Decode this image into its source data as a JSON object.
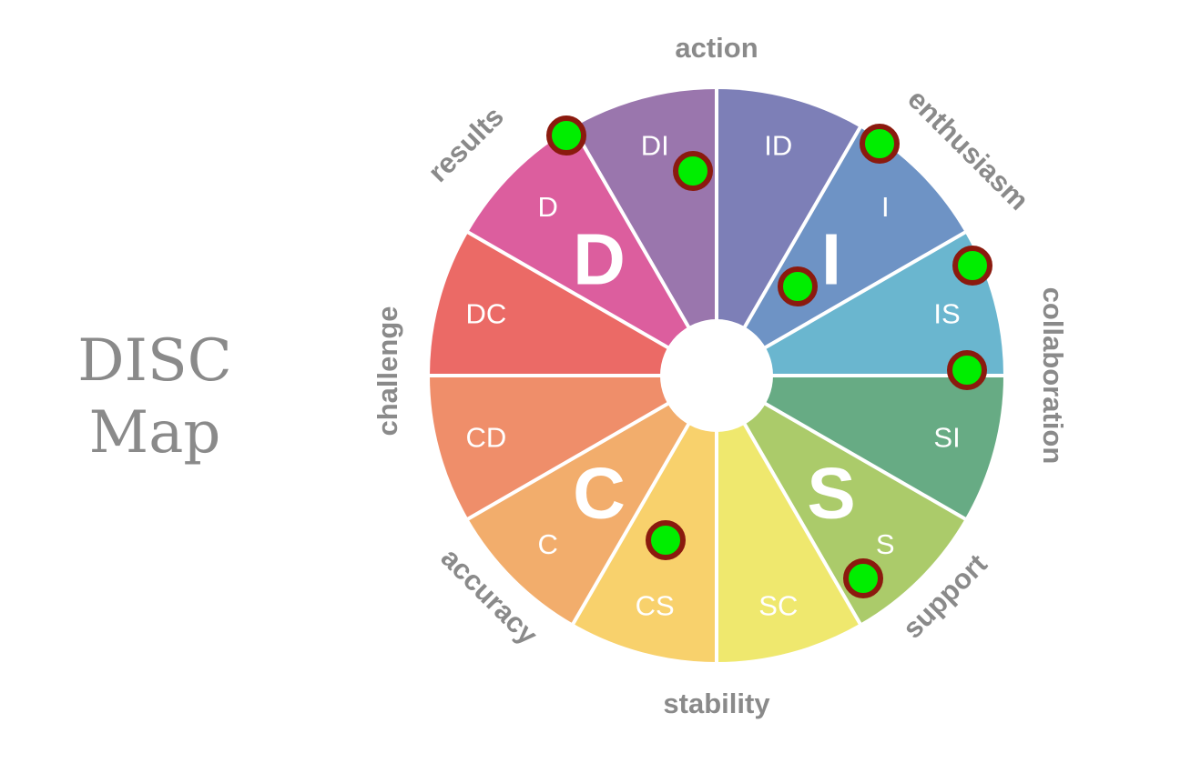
{
  "title": {
    "line1": "DISC",
    "line2": "Map"
  },
  "around_labels": [
    "action",
    "enthusiasm",
    "collaboration",
    "support",
    "stability",
    "accuracy",
    "challenge",
    "results"
  ],
  "segments": [
    {
      "label": "ID",
      "color": "#7d7fb7"
    },
    {
      "label": "I",
      "color": "#6e93c5"
    },
    {
      "label": "IS",
      "color": "#6ab6cf"
    },
    {
      "label": "SI",
      "color": "#67ab84"
    },
    {
      "label": "S",
      "color": "#abcb6a"
    },
    {
      "label": "SC",
      "color": "#efe86e"
    },
    {
      "label": "CS",
      "color": "#f8d16c"
    },
    {
      "label": "C",
      "color": "#f2ad6c"
    },
    {
      "label": "CD",
      "color": "#ef8e6a"
    },
    {
      "label": "DC",
      "color": "#eb6a66"
    },
    {
      "label": "D",
      "color": "#dc5e9e"
    },
    {
      "label": "DI",
      "color": "#9a76ad"
    }
  ],
  "quadrant_labels": [
    "I",
    "S",
    "C",
    "D"
  ],
  "marker_colors": {
    "fill": "#00ee00",
    "ring": "#8b1a0e"
  }
}
